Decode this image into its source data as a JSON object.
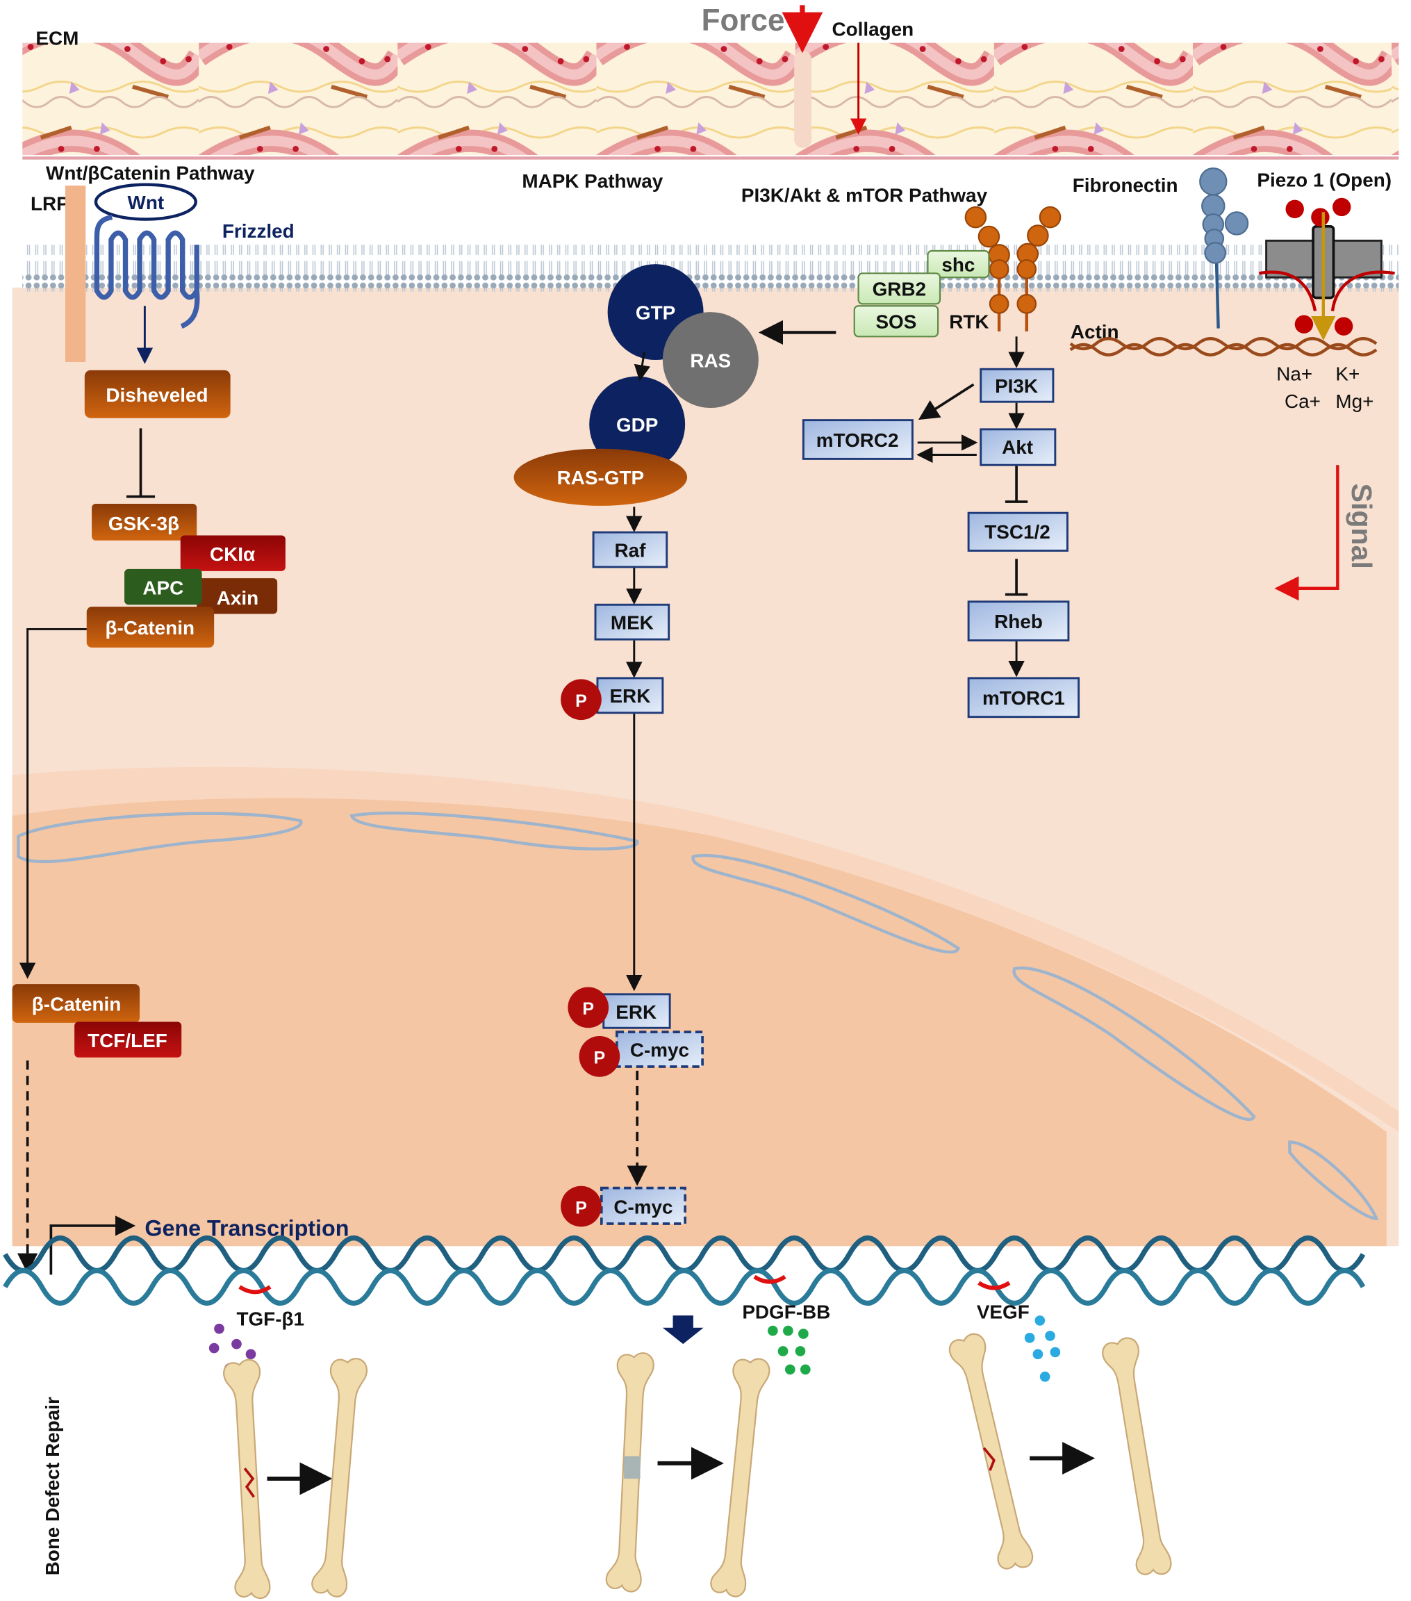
{
  "ecm": {
    "label": "ECM",
    "force": "Force",
    "collagen": "Collagen"
  },
  "wnt": {
    "title": "Wnt/βCatenin Pathway",
    "lrp": "LRP",
    "wnt": "Wnt",
    "frizzled": "Frizzled",
    "disheveled": "Disheveled",
    "gsk": "GSK-3β",
    "ckia": "CKIα",
    "apc": "APC",
    "axin": "Axin",
    "bcatenin": "β-Catenin",
    "bcatenin_nuclear": "β-Catenin",
    "tcf": "TCF/LEF",
    "gene_transcription": "Gene Transcription"
  },
  "mapk": {
    "title": "MAPK Pathway",
    "gtp": "GTP",
    "ras": "RAS",
    "gdp": "GDP",
    "rasgtp": "RAS-GTP",
    "raf": "Raf",
    "mek": "MEK",
    "erk": "ERK",
    "p": "P",
    "erk_nuclear": "ERK",
    "cmyc": "C-myc",
    "cmyc2": "C-myc"
  },
  "pi3k": {
    "title": "PI3K/Akt & mTOR Pathway",
    "shc": "shc",
    "grb2": "GRB2",
    "sos": "SOS",
    "rtk": "RTK",
    "pi3k": "PI3K",
    "mtorc2": "mTORC2",
    "akt": "Akt",
    "tsc": "TSC1/2",
    "rheb": "Rheb",
    "mtorc1": "mTORC1"
  },
  "mechano": {
    "fibronectin": "Fibronectin",
    "piezo": "Piezo 1 (Open)",
    "actin": "Actin",
    "na": "Na+",
    "k": "K+",
    "ca": "Ca+",
    "mg": "Mg+",
    "signal": "Signal"
  },
  "repair": {
    "title": "Bone Defect Repair",
    "tgf": "TGF-β1",
    "pdgf": "PDGF-BB",
    "vegf": "VEGF"
  },
  "colors": {
    "navy": "#0d2260",
    "brown": "#b5500f",
    "darkred": "#b00c0c",
    "green_dark": "#2c5d1e",
    "blue_box": "#b8cbe8",
    "cytoplasm": "#f9e1d1",
    "nucleus": "#f5c6a4",
    "signal_red": "#e01010"
  }
}
